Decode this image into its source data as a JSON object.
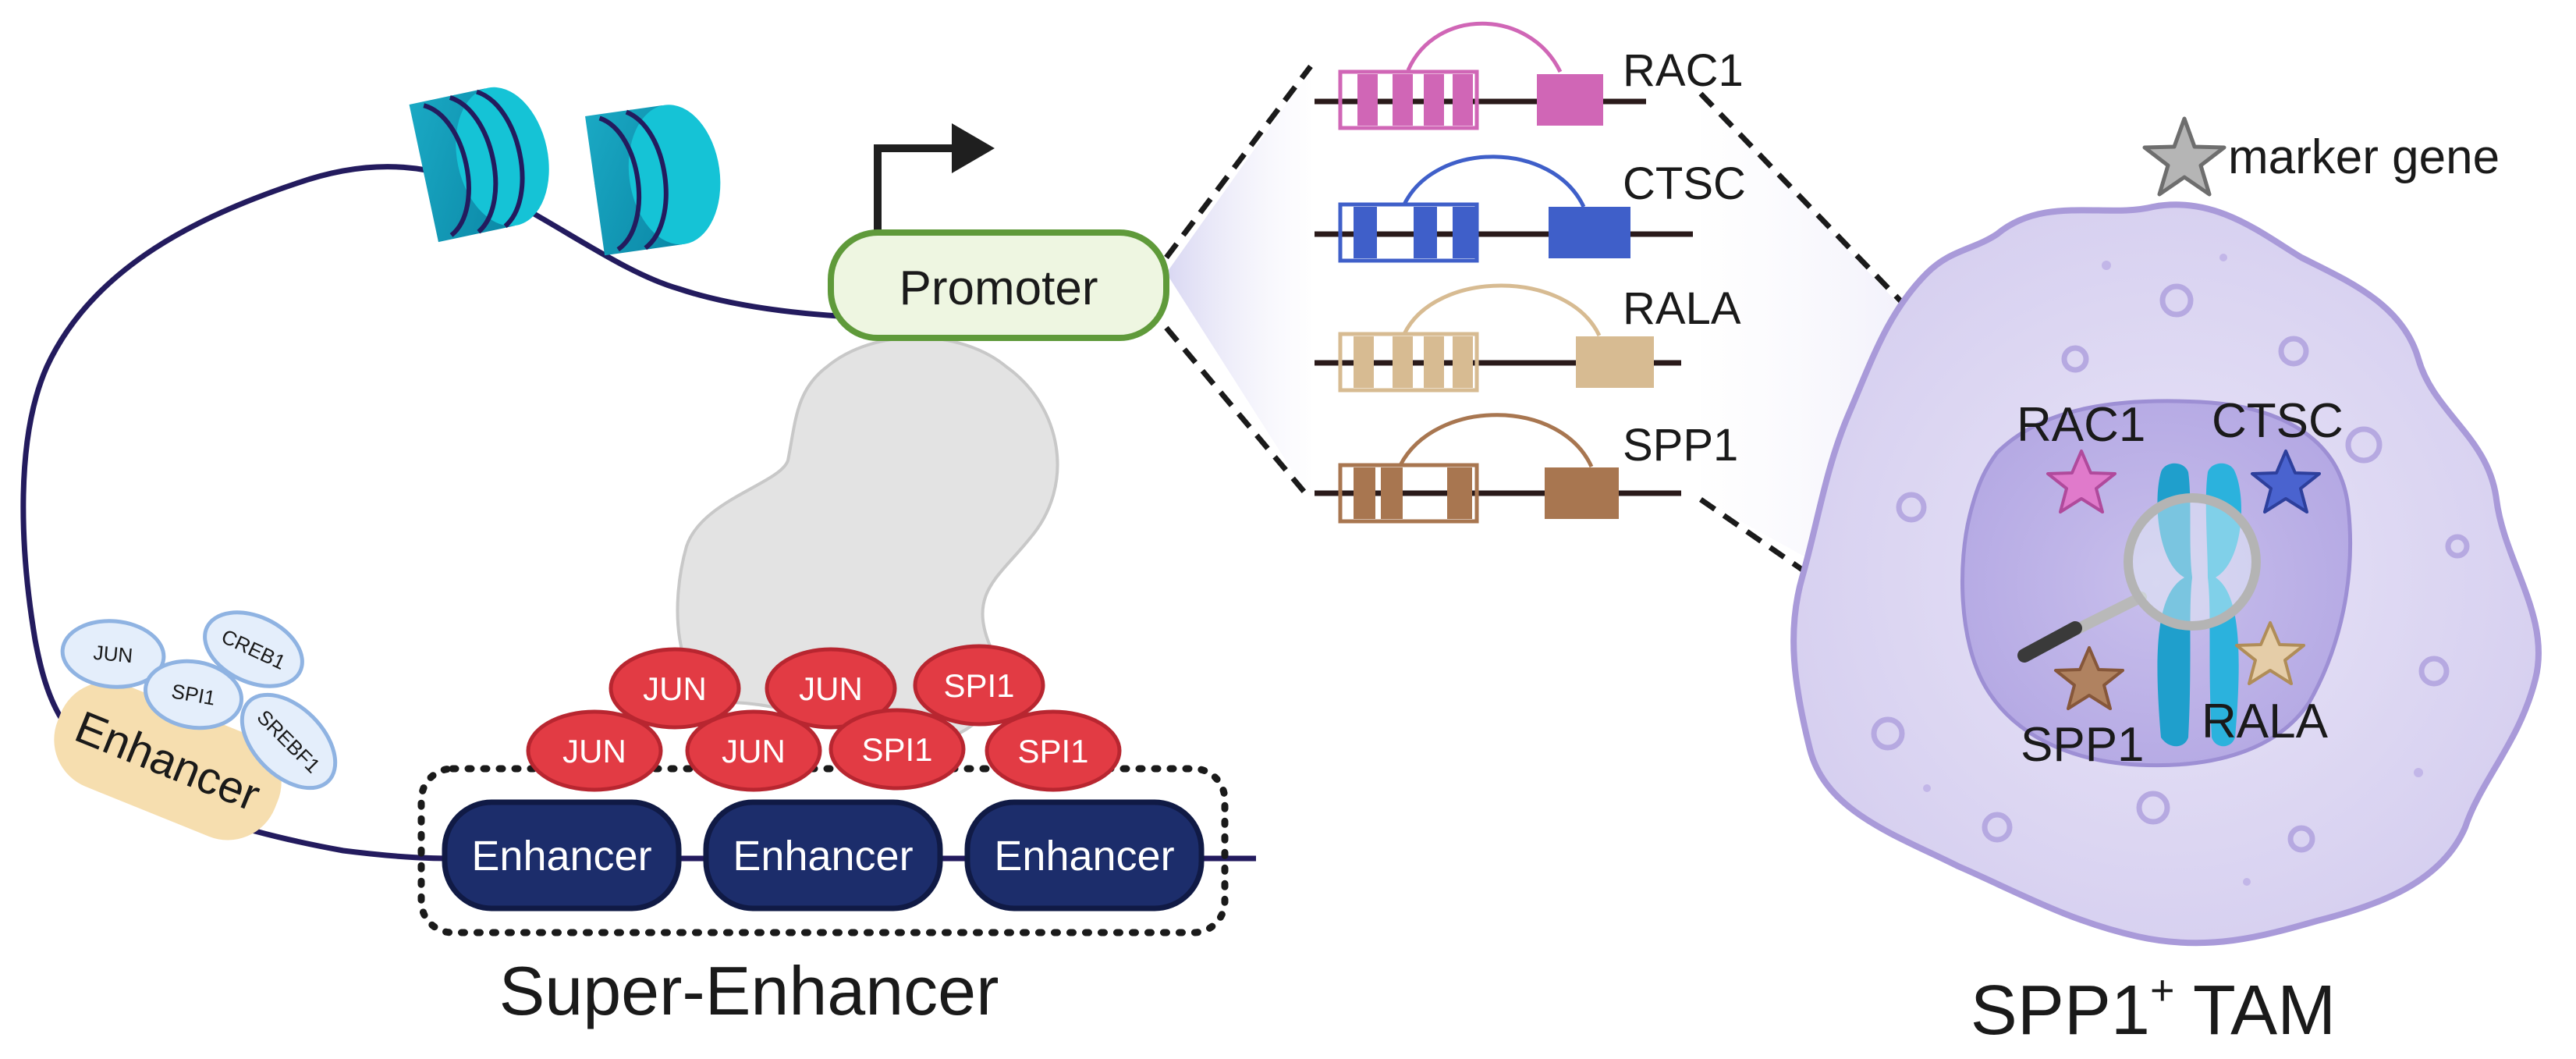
{
  "diagram": {
    "promoter_label": "Promoter",
    "super_enhancer_label": "Super-Enhancer",
    "distal_enhancer_label": "Enhancer",
    "enhancer_labels": [
      "Enhancer",
      "Enhancer",
      "Enhancer"
    ],
    "small_tf_labels": [
      "JUN",
      "SPI1",
      "CREB1",
      "SREBF1"
    ],
    "tf_row_top": [
      "JUN",
      "JUN",
      "SPI1"
    ],
    "tf_row_bottom": [
      "JUN",
      "JUN",
      "SPI1",
      "SPI1"
    ],
    "genes": [
      {
        "label": "RAC1",
        "color": "#d066b6"
      },
      {
        "label": "CTSC",
        "color": "#3f5fc9"
      },
      {
        "label": "RALA",
        "color": "#d7bb92"
      },
      {
        "label": "SPP1",
        "color": "#a87650"
      }
    ],
    "cell_markers": [
      "RAC1",
      "CTSC",
      "SPP1",
      "RALA"
    ],
    "legend_label": "marker gene",
    "cell_title": "SPP1",
    "cell_title_sup": "+",
    "cell_title_suffix": " TAM"
  }
}
